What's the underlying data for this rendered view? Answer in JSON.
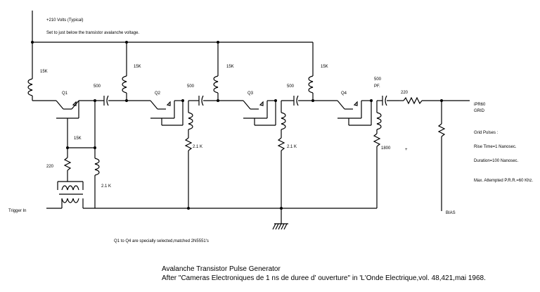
{
  "supply": {
    "voltage_label": "+210 Volts (Typical)",
    "note": "Set to just below the transistor avalanche voltage."
  },
  "stages": [
    {
      "transistor": "Q1",
      "collector_resistor": "15K",
      "coupling_cap": "500"
    },
    {
      "transistor": "Q2",
      "collector_resistor": "15K",
      "coupling_cap": "500",
      "emitter_resistor": "2.1 K"
    },
    {
      "transistor": "Q3",
      "collector_resistor": "15K",
      "coupling_cap": "500",
      "emitter_resistor": "2.1 K"
    },
    {
      "transistor": "Q4",
      "collector_resistor": "15K",
      "coupling_cap": "500",
      "coupling_cap_unit": "PF.",
      "emitter_resistor": "1800"
    }
  ],
  "input": {
    "trigger_label": "Trigger In",
    "base_resistor": "15K",
    "input_resistor": "220",
    "q1_emitter_resistor": "2.1 K"
  },
  "output": {
    "series_resistor": "220",
    "load_label_1": "iPR60",
    "load_label_2": "GRID",
    "bias_label": "BIAS"
  },
  "grid_pulses": {
    "heading": "Grid Pulses :",
    "rise_time": "Rise Time=1 Nanosec.",
    "duration": "Duration=100 Nanosec.",
    "max_prr": "Max. Attempted P.R.R.=60 Khz."
  },
  "selection_note": "Q1 to Q4 are specially selected,matched 2N5551's",
  "caption": {
    "title": "Avalanche Transistor Pulse Generator",
    "reference": "After \"Cameras Electroniques de 1 ns de duree d' ouverture\" in 'L'Onde Electrique,vol. 48,421,mai 1968."
  }
}
